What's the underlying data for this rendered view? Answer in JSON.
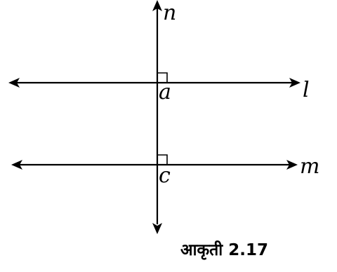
{
  "figure": {
    "labels": {
      "n": "n",
      "l": "l",
      "m": "m",
      "a": "a",
      "c": "c"
    },
    "caption": "आकृती 2.17"
  }
}
